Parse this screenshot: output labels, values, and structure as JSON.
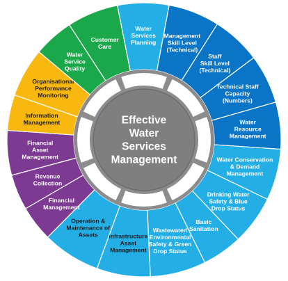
{
  "center": {
    "lines": [
      "Effective",
      "Water",
      "Services",
      "Management"
    ]
  },
  "colors": {
    "green": "#1aa84a",
    "sky": "#24aee6",
    "navy": "#0a74c6",
    "yellow": "#f9b80f",
    "purple": "#7d3a93",
    "hub": "#7f7f7f",
    "inner_ring": "#8c8c8c",
    "inner_tile": "#ffffff",
    "dark_text": "#1b1b1b",
    "light_text": "#ffffff"
  },
  "segments": [
    {
      "id": "customer-care",
      "lines": [
        "Customer",
        "Care"
      ],
      "color": "green",
      "text": "light_text",
      "span": 23
    },
    {
      "id": "water-services-planning",
      "lines": [
        "Water",
        "Services",
        "Planning"
      ],
      "color": "sky",
      "text": "light_text",
      "span": 23
    },
    {
      "id": "management-skill-level",
      "lines": [
        "Management",
        "Skill Level",
        "(Technical)"
      ],
      "color": "navy",
      "text": "light_text",
      "span": 23
    },
    {
      "id": "staff-skill-level",
      "lines": [
        "Staff",
        "Skill Level",
        "(Technical)"
      ],
      "color": "navy",
      "text": "light_text",
      "span": 22
    },
    {
      "id": "technical-staff-capacity",
      "lines": [
        "Technical Staff",
        "Capacity",
        "(Numbers)"
      ],
      "color": "navy",
      "text": "light_text",
      "span": 22
    },
    {
      "id": "water-resource-management",
      "lines": [
        "Water",
        "Resource",
        "Management"
      ],
      "color": "navy",
      "text": "light_text",
      "span": 21
    },
    {
      "id": "water-conservation",
      "lines": [
        "Water Conservation",
        "& Demand",
        "Management"
      ],
      "color": "sky",
      "text": "light_text",
      "span": 23
    },
    {
      "id": "drinking-water-safety",
      "lines": [
        "Drinking Water",
        "Safety & Blue",
        "Drop Status"
      ],
      "color": "sky",
      "text": "light_text",
      "span": 22
    },
    {
      "id": "basic-sanitation",
      "lines": [
        "Basic",
        "Sanitation"
      ],
      "color": "sky",
      "text": "light_text",
      "span": 18
    },
    {
      "id": "wastewater-safety",
      "lines": [
        "Wastewater/",
        "Environmental",
        "Safety & Green",
        "Drop Status"
      ],
      "color": "sky",
      "text": "light_text",
      "span": 25
    },
    {
      "id": "infrastructure-asset-management",
      "lines": [
        "Infrastructure",
        "Asset",
        "Management"
      ],
      "color": "sky",
      "text": "dark_text",
      "span": 24
    },
    {
      "id": "operation-maintenance",
      "lines": [
        "Operation &",
        "Maintenance of",
        "Assets"
      ],
      "color": "sky",
      "text": "dark_text",
      "span": 26
    },
    {
      "id": "financial-management",
      "lines": [
        "Financial",
        "Management"
      ],
      "color": "purple",
      "text": "light_text",
      "span": 16
    },
    {
      "id": "revenue-collection",
      "lines": [
        "Revenue",
        "Collection"
      ],
      "color": "purple",
      "text": "light_text",
      "span": 16
    },
    {
      "id": "financial-asset-management",
      "lines": [
        "Financial",
        "Asset",
        "Management"
      ],
      "color": "purple",
      "text": "light_text",
      "span": 20
    },
    {
      "id": "information-management",
      "lines": [
        "Information",
        "Management"
      ],
      "color": "yellow",
      "text": "dark_text",
      "span": 16
    },
    {
      "id": "organisational-performance-monitoring",
      "lines": [
        "Organisational",
        "Performance",
        "Monitoring"
      ],
      "color": "yellow",
      "text": "dark_text",
      "span": 22
    },
    {
      "id": "water-service-quality",
      "lines": [
        "Water",
        "Service",
        "Quality"
      ],
      "color": "green",
      "text": "light_text",
      "span": 18
    }
  ]
}
